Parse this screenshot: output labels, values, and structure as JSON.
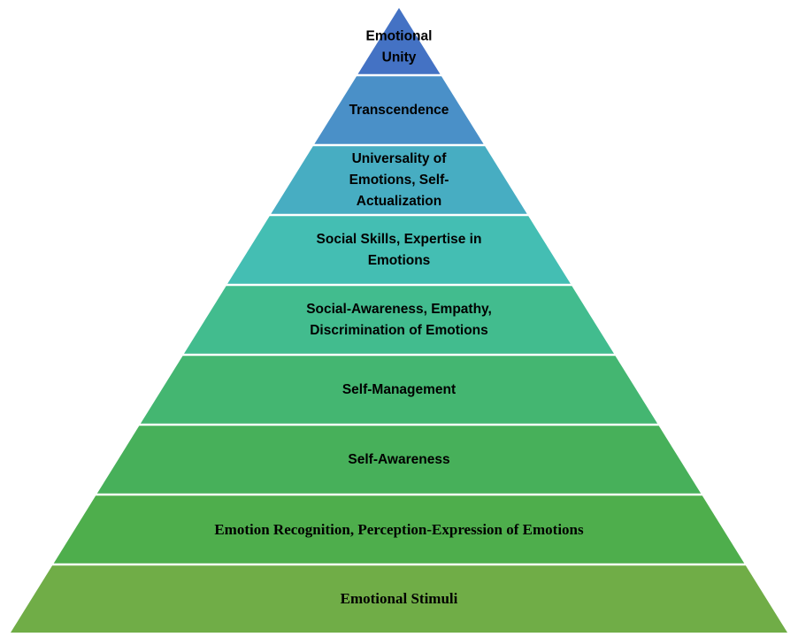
{
  "diagram": {
    "type": "pyramid",
    "levels": [
      {
        "lines": [
          "Emotional",
          "Unity"
        ],
        "color": "#4472C4",
        "font": "sans"
      },
      {
        "lines": [
          "Transcendence"
        ],
        "color": "#4A90C8",
        "font": "sans"
      },
      {
        "lines": [
          "Universality of",
          "Emotions, Self-",
          "Actualization"
        ],
        "color": "#47ADC2",
        "font": "sans"
      },
      {
        "lines": [
          "Social Skills, Expertise in",
          "Emotions"
        ],
        "color": "#44BEB3",
        "font": "sans"
      },
      {
        "lines": [
          "Social-Awareness, Empathy,",
          "Discrimination of Emotions"
        ],
        "color": "#42BC8E",
        "font": "sans"
      },
      {
        "lines": [
          "Self-Management"
        ],
        "color": "#44B671",
        "font": "sans"
      },
      {
        "lines": [
          "Self-Awareness"
        ],
        "color": "#47B05A",
        "font": "sans"
      },
      {
        "lines": [
          "Emotion Recognition, Perception-Expression of Emotions"
        ],
        "color": "#4EAE4C",
        "font": "serif"
      },
      {
        "lines": [
          "Emotional Stimuli"
        ],
        "color": "#70AD47",
        "font": "serif"
      }
    ]
  }
}
